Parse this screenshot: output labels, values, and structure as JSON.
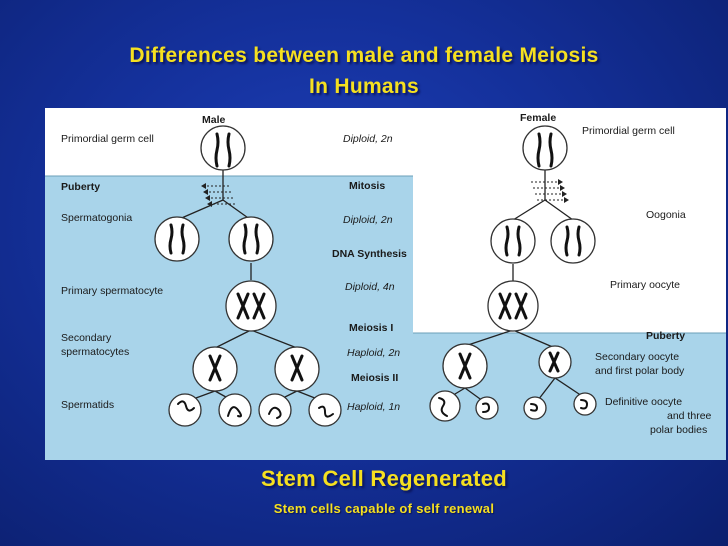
{
  "title": {
    "line1": "Differences between male and female Meiosis",
    "line2": "In Humans"
  },
  "diagram": {
    "male_header": "Male",
    "female_header": "Female",
    "left_labels": {
      "primordial": "Primordial germ cell",
      "puberty": "Puberty",
      "spermatogonia": "Spermatogonia",
      "primary": "Primary spermatocyte",
      "secondary_1": "Secondary",
      "secondary_2": "spermatocytes",
      "spermatids": "Spermatids"
    },
    "center_labels": {
      "diploid_2n_a": "Diploid, 2n",
      "mitosis": "Mitosis",
      "diploid_2n_b": "Diploid, 2n",
      "dna_synthesis": "DNA Synthesis",
      "diploid_4n": "Diploid, 4n",
      "meiosis_1": "Meiosis I",
      "haploid_2n": "Haploid, 2n",
      "meiosis_2": "Meiosis II",
      "haploid_1n": "Haploid, 1n"
    },
    "right_labels": {
      "primordial": "Primordial germ cell",
      "oogonia": "Oogonia",
      "primary": "Primary oocyte",
      "puberty": "Puberty",
      "secondary_1": "Secondary oocyte",
      "secondary_2": "and first polar body",
      "definitive_1": "Definitive oocyte",
      "definitive_2": "and three",
      "definitive_3": "polar bodies"
    }
  },
  "subtitle": "Stem Cell Regenerated",
  "caption": "Stem cells capable  of self renewal",
  "colors": {
    "title_yellow": "#f5e020",
    "background_blue": "#14309a",
    "diagram_light_blue": "#a9d4ea"
  }
}
